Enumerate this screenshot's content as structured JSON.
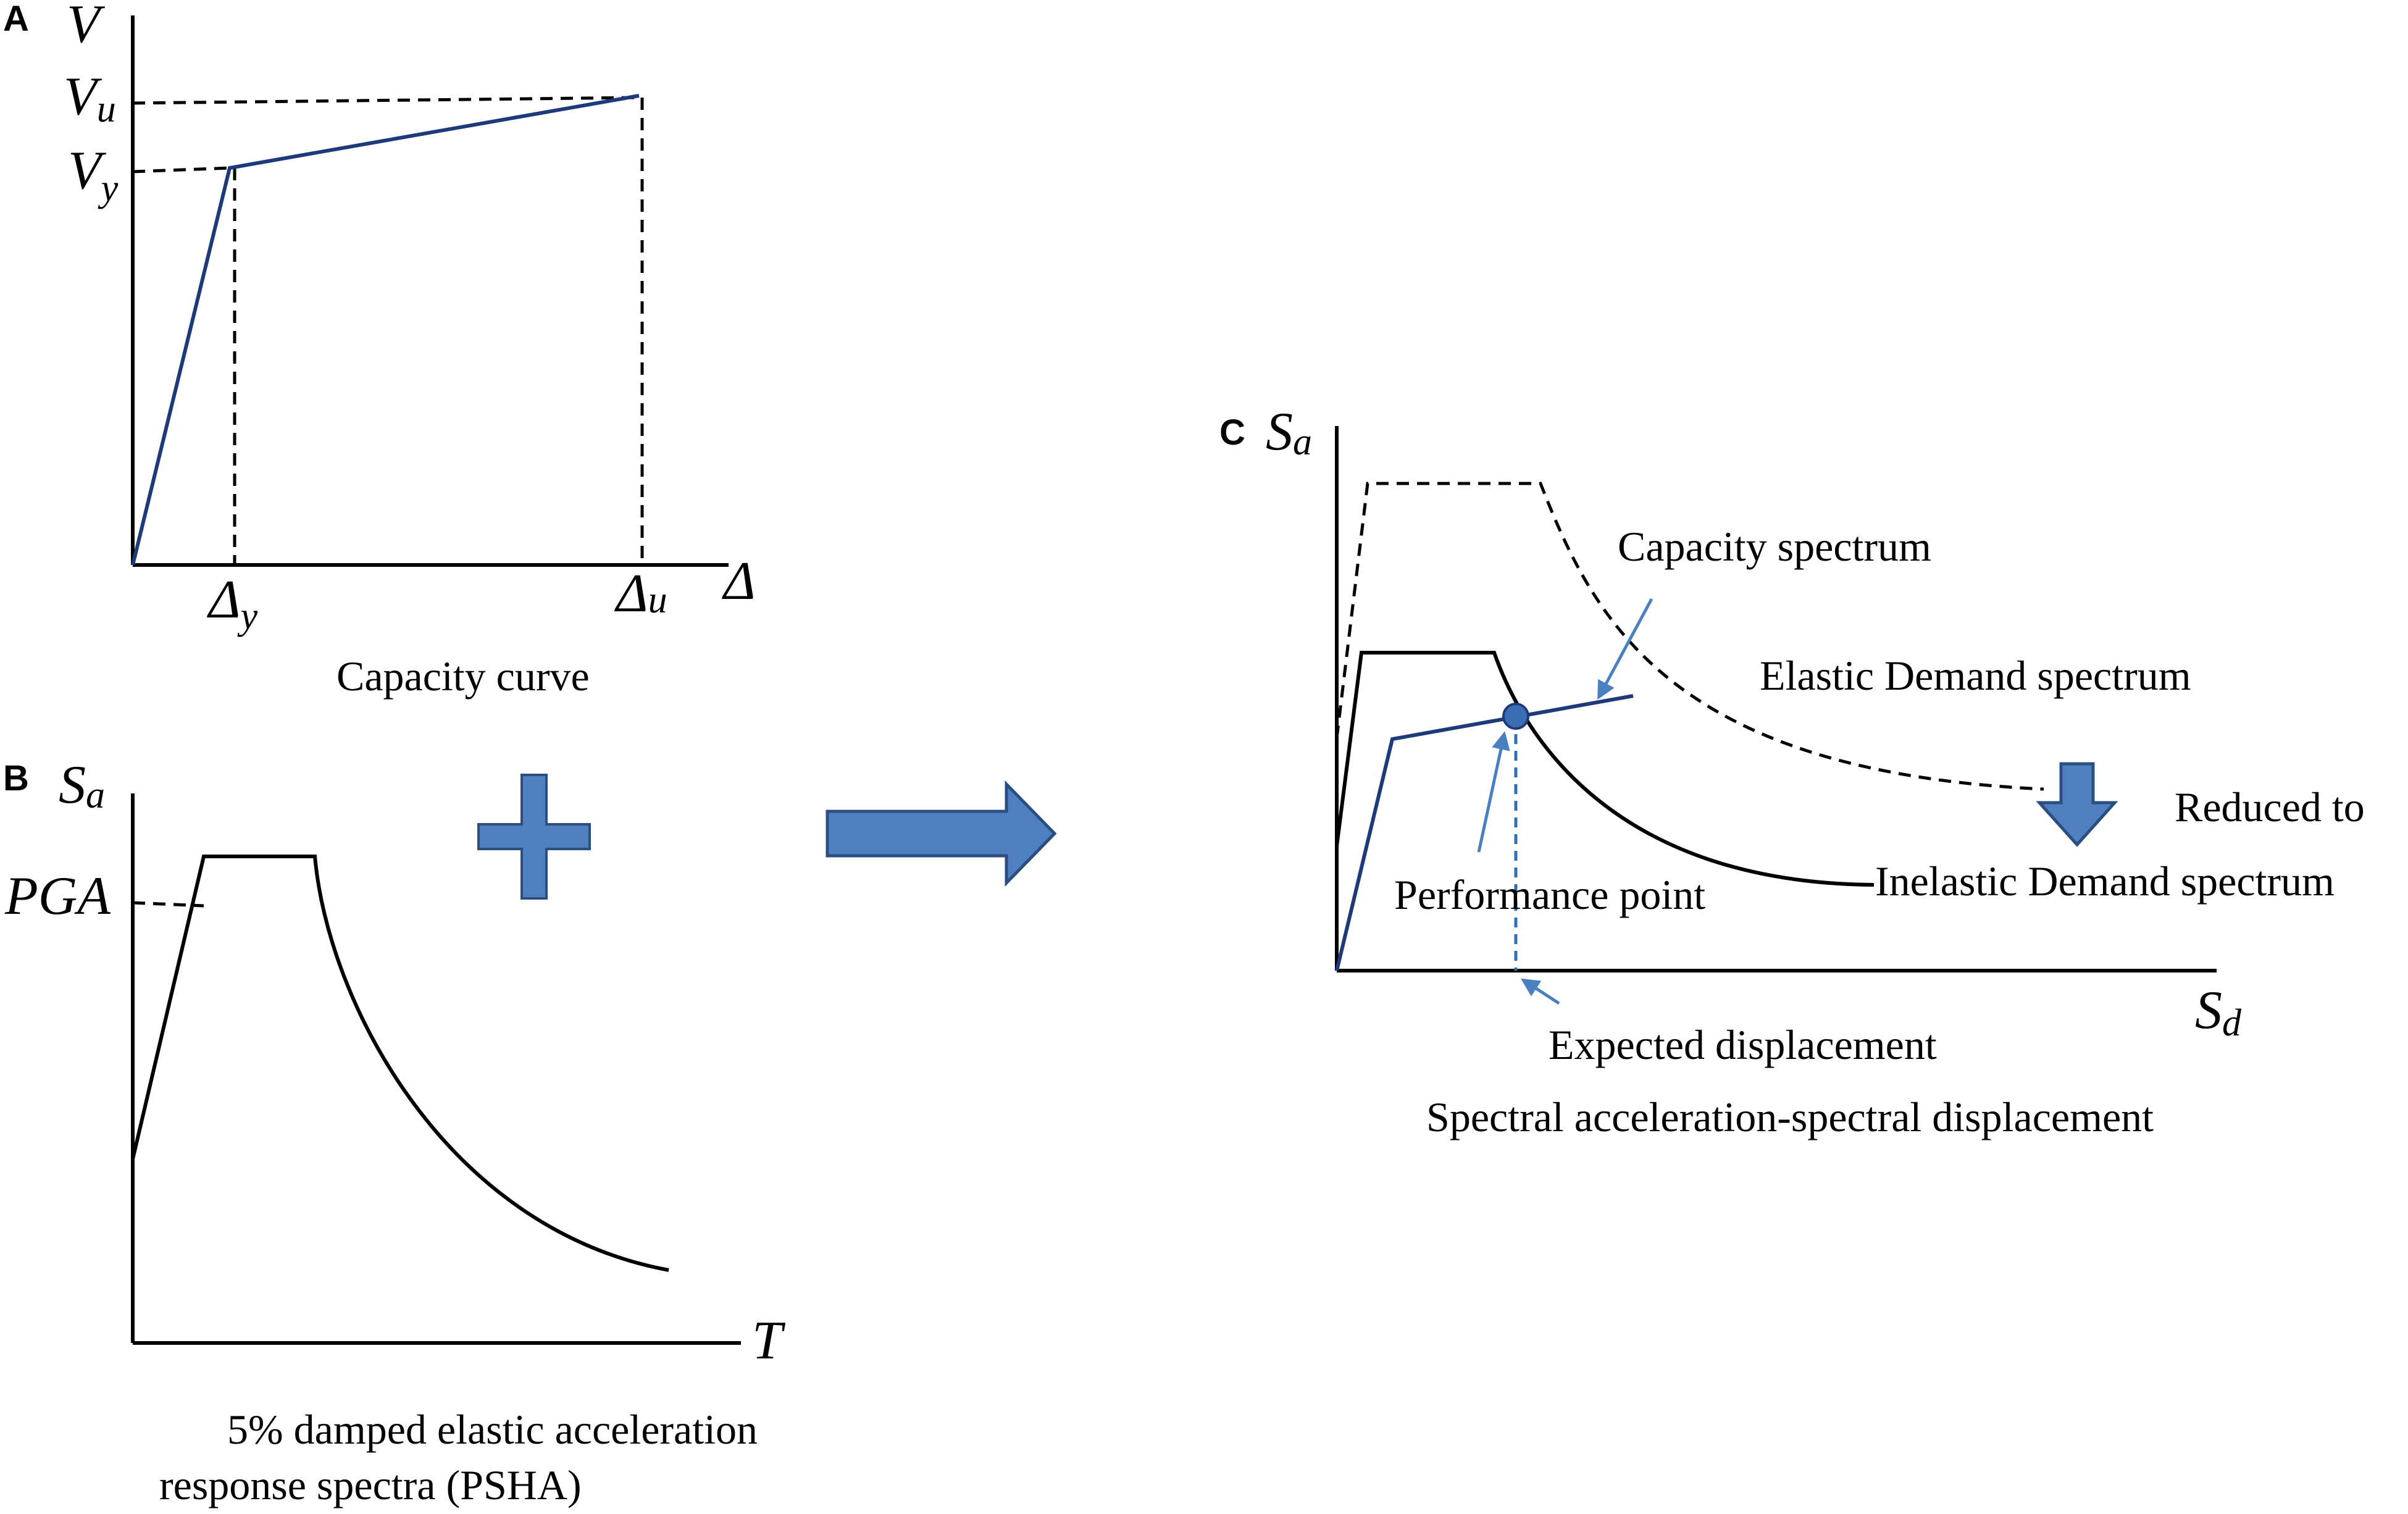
{
  "panel_a": {
    "letter": "A",
    "y_axis": {
      "base": "V",
      "sub": ""
    },
    "vu": {
      "base": "V",
      "sub": "u"
    },
    "vy": {
      "base": "V",
      "sub": "y"
    },
    "dy": {
      "base": "Δ",
      "sub": "y"
    },
    "du": {
      "base": "Δ",
      "sub": "u"
    },
    "x_axis": {
      "base": "Δ",
      "sub": ""
    },
    "caption": "Capacity curve"
  },
  "panel_b": {
    "letter": "B",
    "y_axis": {
      "base": "S",
      "sub": "a"
    },
    "pga": "PGA",
    "x_axis": "T",
    "caption_line1": "5% damped elastic acceleration",
    "caption_line2": "response spectra (PSHA)"
  },
  "panel_c": {
    "letter": "C",
    "y_axis": {
      "base": "S",
      "sub": "a"
    },
    "x_axis": {
      "base": "S",
      "sub": "d"
    },
    "capacity_spectrum": "Capacity  spectrum",
    "elastic_demand": "Elastic  Demand  spectrum",
    "reduced_to": "Reduced to",
    "inelastic_demand": "Inelastic  Demand  spectrum",
    "performance_point": "Performance point",
    "expected_displacement": "Expected displacement",
    "caption": "Spectral acceleration-spectral displacement"
  },
  "colors": {
    "curve_blue": "#1f3a7a",
    "pointer_blue": "#4a7fc1",
    "arrow_fill": "#4f7fbf",
    "arrow_stroke": "#2b4e80",
    "axis": "#000000"
  }
}
